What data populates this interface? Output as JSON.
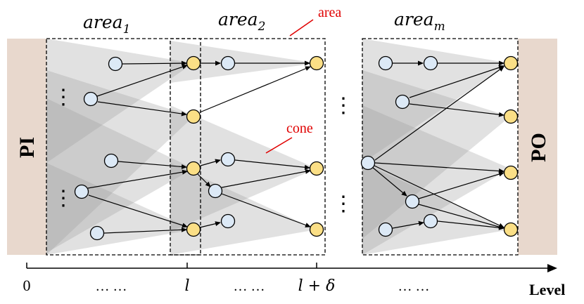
{
  "labels": {
    "area1": {
      "base": "area",
      "sub": "1"
    },
    "area2": {
      "base": "area",
      "sub": "2"
    },
    "aream": {
      "base": "area",
      "sub": "m"
    },
    "area_callout": "area",
    "cone_callout": "cone",
    "pi": "PI",
    "po": "PO",
    "vdots": "⋮"
  },
  "axis": {
    "title": "Level",
    "ticks": [
      "0",
      "… …",
      "l",
      "… …",
      "l + δ",
      "… …"
    ]
  },
  "colors": {
    "io_bar": "#e8d8cd",
    "cone_fill": "#9a9a9a",
    "node_plain": "#dce9f6",
    "node_highlight": "#fbdf86",
    "callout": "#e00000",
    "stroke": "#000000"
  }
}
